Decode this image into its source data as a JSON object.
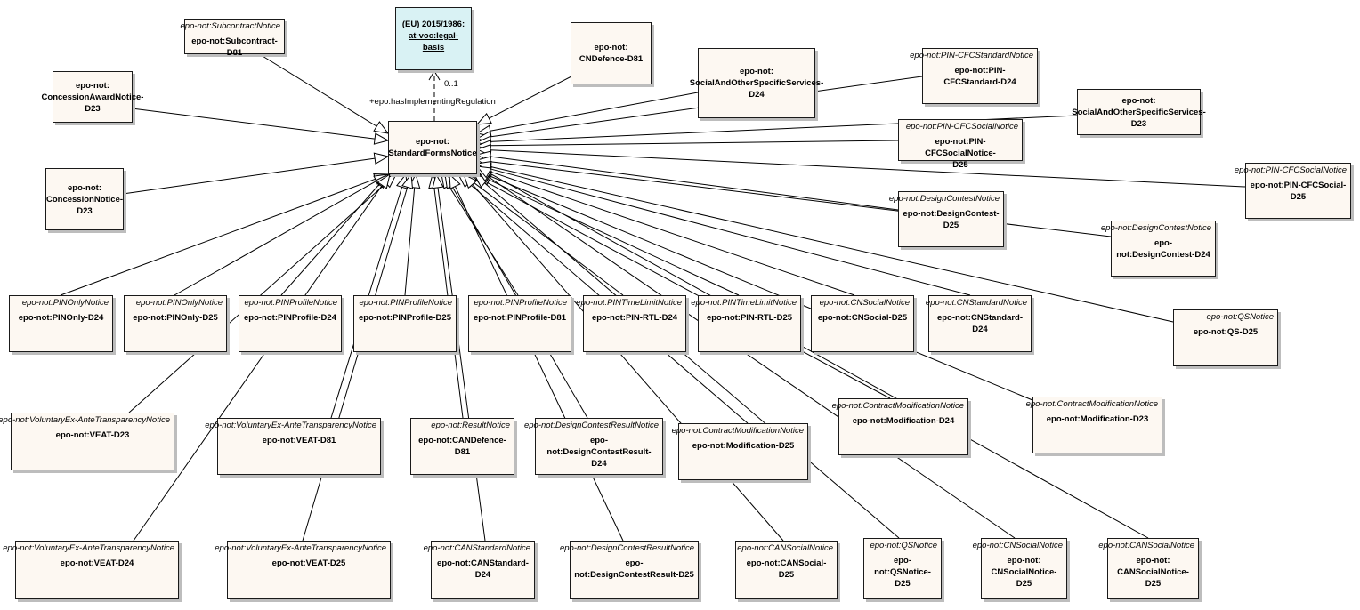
{
  "center": {
    "name": "epo-not:\nStandardFormsNotice"
  },
  "association": {
    "target": {
      "name": "(EU) 2015/1986:\nat-voc:legal-basis"
    },
    "multiplicity": "0..1",
    "role": "+epo:hasImplementingRegulation"
  },
  "notices": [
    {
      "id": "subcontract-d81",
      "stereotype": "epo-not:SubcontractNotice",
      "name": "epo-not:Subcontract-D81"
    },
    {
      "id": "concession-award-d23",
      "stereotype": "",
      "name": "epo-not:\nConcessionAwardNotice-\nD23"
    },
    {
      "id": "concession-d23",
      "stereotype": "",
      "name": "epo-not:\nConcessionNotice-\nD23"
    },
    {
      "id": "cndefence-d81",
      "stereotype": "",
      "name": "epo-not:\nCNDefence-D81"
    },
    {
      "id": "social-other-d24",
      "stereotype": "",
      "name": "epo-not:\nSocialAndOtherSpecificServices-\nD24"
    },
    {
      "id": "pin-cfc-standard-d24",
      "stereotype": "epo-not:PIN-CFCStandardNotice",
      "name": "epo-not:PIN-CFCStandard-D24"
    },
    {
      "id": "social-other-d23",
      "stereotype": "",
      "name": "epo-not:\nSocialAndOtherSpecificServices-\nD23"
    },
    {
      "id": "pin-cfc-social-notice-d25",
      "stereotype": "epo-not:PIN-CFCSocialNotice",
      "name": "epo-not:PIN-CFCSocialNotice-\nD25"
    },
    {
      "id": "pin-cfc-social-d25",
      "stereotype": "epo-not:PIN-CFCSocialNotice",
      "name": "epo-not:PIN-CFCSocial-D25"
    },
    {
      "id": "design-contest-d25",
      "stereotype": "epo-not:DesignContestNotice",
      "name": "epo-not:DesignContest-D25"
    },
    {
      "id": "design-contest-d24",
      "stereotype": "epo-not:DesignContestNotice",
      "name": "epo-not:DesignContest-D24"
    },
    {
      "id": "pinonly-d24",
      "stereotype": "epo-not:PINOnlyNotice",
      "name": "epo-not:PINOnly-D24"
    },
    {
      "id": "pinonly-d25",
      "stereotype": "epo-not:PINOnlyNotice",
      "name": "epo-not:PINOnly-D25"
    },
    {
      "id": "pinprofile-d24",
      "stereotype": "epo-not:PINProfileNotice",
      "name": "epo-not:PINProfile-D24"
    },
    {
      "id": "pinprofile-d25",
      "stereotype": "epo-not:PINProfileNotice",
      "name": "epo-not:PINProfile-D25"
    },
    {
      "id": "pinprofile-d81",
      "stereotype": "epo-not:PINProfileNotice",
      "name": "epo-not:PINProfile-D81"
    },
    {
      "id": "pin-rtl-d24",
      "stereotype": "epo-not:PINTimeLimitNotice",
      "name": "epo-not:PIN-RTL-D24"
    },
    {
      "id": "pin-rtl-d25",
      "stereotype": "epo-not:PINTimeLimitNotice",
      "name": "epo-not:PIN-RTL-D25"
    },
    {
      "id": "cnsocial-d25",
      "stereotype": "epo-not:CNSocialNotice",
      "name": "epo-not:CNSocial-D25"
    },
    {
      "id": "cnstandard-d24",
      "stereotype": "epo-not:CNStandardNotice",
      "name": "epo-not:CNStandard-D24"
    },
    {
      "id": "qs-d25",
      "stereotype": "epo-not:QSNotice",
      "name": "epo-not:QS-D25"
    },
    {
      "id": "veat-d23",
      "stereotype": "epo-not:VoluntaryEx-AnteTransparencyNotice",
      "name": "epo-not:VEAT-D23"
    },
    {
      "id": "veat-d81",
      "stereotype": "epo-not:VoluntaryEx-AnteTransparencyNotice",
      "name": "epo-not:VEAT-D81"
    },
    {
      "id": "candefence-d81",
      "stereotype": "epo-not:ResultNotice",
      "name": "epo-not:CANDefence-D81"
    },
    {
      "id": "design-contest-result-d24",
      "stereotype": "epo-not:DesignContestResultNotice",
      "name": "epo-not:DesignContestResult-D24"
    },
    {
      "id": "modification-d25",
      "stereotype": "epo-not:ContractModificationNotice",
      "name": "epo-not:Modification-D25"
    },
    {
      "id": "modification-d24",
      "stereotype": "epo-not:ContractModificationNotice",
      "name": "epo-not:Modification-D24"
    },
    {
      "id": "modification-d23",
      "stereotype": "epo-not:ContractModificationNotice",
      "name": "epo-not:Modification-D23"
    },
    {
      "id": "veat-d24",
      "stereotype": "epo-not:VoluntaryEx-AnteTransparencyNotice",
      "name": "epo-not:VEAT-D24"
    },
    {
      "id": "veat-d25",
      "stereotype": "epo-not:VoluntaryEx-AnteTransparencyNotice",
      "name": "epo-not:VEAT-D25"
    },
    {
      "id": "canstandard-d24",
      "stereotype": "epo-not:CANStandardNotice",
      "name": "epo-not:CANStandard-D24"
    },
    {
      "id": "design-contest-result-d25",
      "stereotype": "epo-not:DesignContestResultNotice",
      "name": "epo-not:DesignContestResult-D25"
    },
    {
      "id": "cansocial-d25",
      "stereotype": "epo-not:CANSocialNotice",
      "name": "epo-not:CANSocial-D25"
    },
    {
      "id": "qsnotice-d25",
      "stereotype": "epo-not:QSNotice",
      "name": "epo-not:QSNotice-\nD25"
    },
    {
      "id": "cnsocial-notice-d25",
      "stereotype": "epo-not:CNSocialNotice",
      "name": "epo-not:\nCNSocialNotice-D25"
    },
    {
      "id": "cansocial-notice-d25",
      "stereotype": "epo-not:CANSocialNotice",
      "name": "epo-not:\nCANSocialNotice-D25"
    }
  ]
}
